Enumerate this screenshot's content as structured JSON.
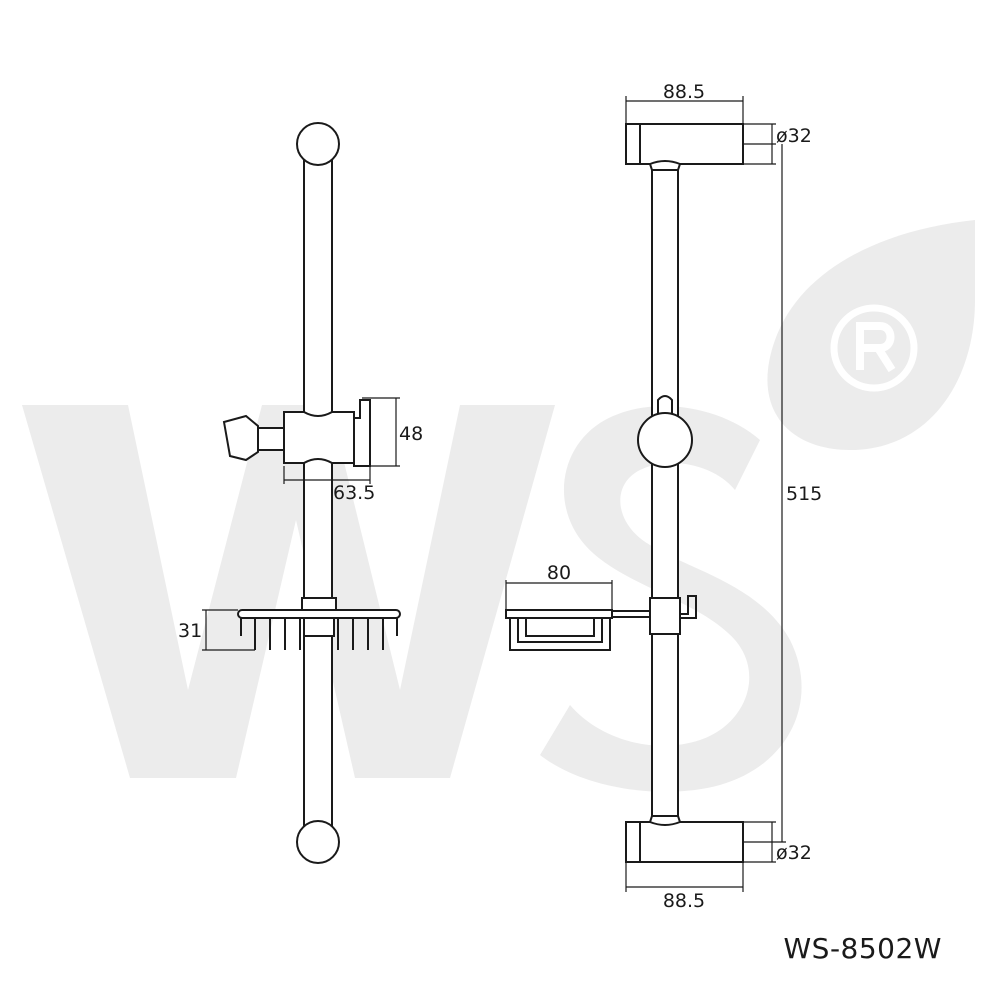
{
  "drawing": {
    "model_number": "WS-8502W",
    "watermark": {
      "brand": "WS",
      "mark": "®"
    },
    "front_view": {
      "holder_height": "48",
      "holder_width": "63.5",
      "basket_height": "31"
    },
    "side_view": {
      "top_bracket_width": "88.5",
      "top_bracket_diameter": "ø32",
      "overall_height": "515",
      "soap_dish_width": "80",
      "bottom_bracket_diameter": "ø32",
      "bottom_bracket_width": "88.5"
    }
  }
}
